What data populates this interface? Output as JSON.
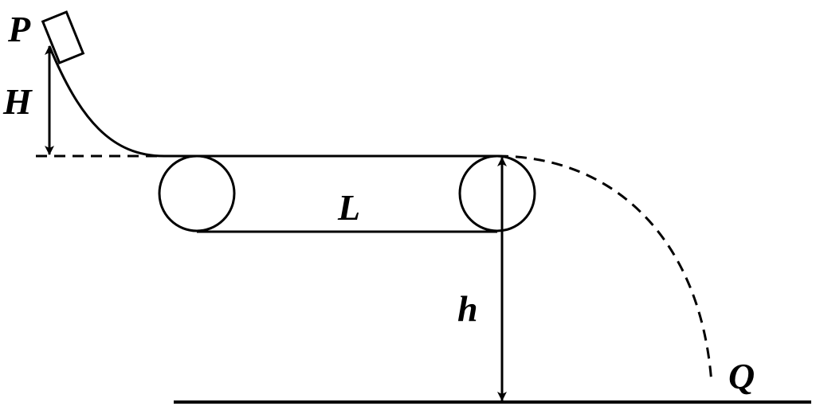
{
  "labels": {
    "point_start": "P",
    "height_H": "H",
    "belt_length": "L",
    "height_h": "h",
    "point_landing": "Q"
  },
  "colors": {
    "stroke": "#000000",
    "background": "#ffffff"
  }
}
